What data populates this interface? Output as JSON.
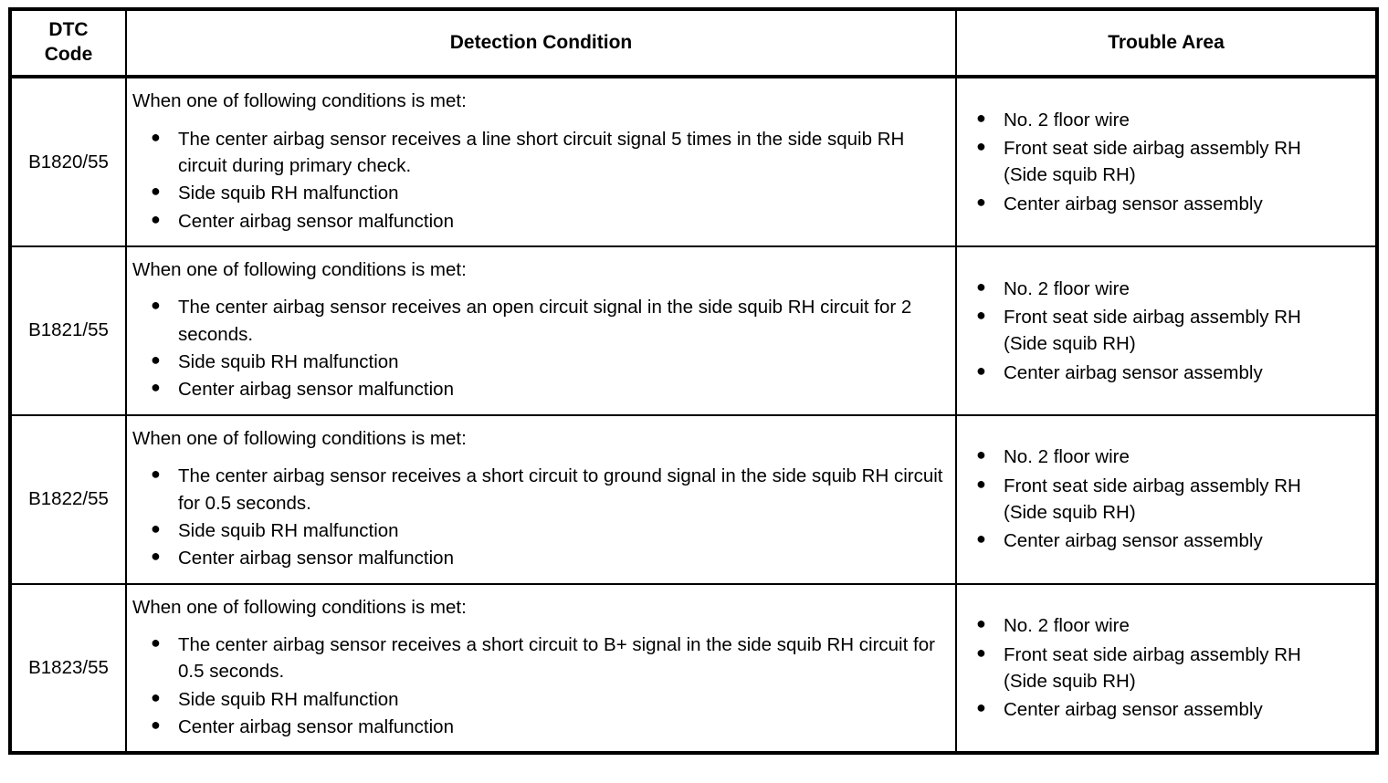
{
  "table": {
    "headers": {
      "dtc_code": "DTC\nCode",
      "dtc_code_line1": "DTC",
      "dtc_code_line2": "Code",
      "detection_condition": "Detection Condition",
      "trouble_area": "Trouble Area"
    },
    "common": {
      "intro": "When one of following conditions is met:",
      "bullet_glyph": "●",
      "side_squib_malfunction": "Side squib RH malfunction",
      "center_sensor_malfunction": "Center airbag sensor malfunction",
      "trouble_items": [
        "No. 2 floor wire",
        "Front seat side airbag assembly RH",
        "Center airbag sensor assembly"
      ],
      "trouble_item2_subline": "(Side squib RH)"
    },
    "rows": [
      {
        "dtc_code": "B1820/55",
        "intro": "When one of following conditions is met:",
        "conditions": [
          "The center airbag sensor receives a line short circuit signal 5 times in the side squib RH circuit during primary check.",
          "Side squib RH malfunction",
          "Center airbag sensor malfunction"
        ],
        "trouble_area": [
          "No. 2 floor wire",
          "Front seat side airbag assembly RH",
          "Center airbag sensor assembly"
        ],
        "trouble_area_subline": "(Side squib RH)"
      },
      {
        "dtc_code": "B1821/55",
        "intro": "When one of following conditions is met:",
        "conditions": [
          "The center airbag sensor receives an open circuit signal in the side squib RH circuit for 2 seconds.",
          "Side squib RH malfunction",
          "Center airbag sensor malfunction"
        ],
        "trouble_area": [
          "No. 2 floor wire",
          "Front seat side airbag assembly RH",
          "Center airbag sensor assembly"
        ],
        "trouble_area_subline": "(Side squib RH)"
      },
      {
        "dtc_code": "B1822/55",
        "intro": "When one of following conditions is met:",
        "conditions": [
          "The center airbag sensor receives a short circuit to ground signal in the side squib RH circuit for 0.5 seconds.",
          "Side squib RH malfunction",
          "Center airbag sensor malfunction"
        ],
        "trouble_area": [
          "No. 2 floor wire",
          "Front seat side airbag assembly RH",
          "Center airbag sensor assembly"
        ],
        "trouble_area_subline": "(Side squib RH)"
      },
      {
        "dtc_code": "B1823/55",
        "intro": "When one of following conditions is met:",
        "conditions": [
          "The center airbag sensor receives a short circuit to B+ signal in the side squib RH circuit for 0.5 seconds.",
          "Side squib RH malfunction",
          "Center airbag sensor malfunction"
        ],
        "trouble_area": [
          "No. 2 floor wire",
          "Front seat side airbag assembly RH",
          "Center airbag sensor assembly"
        ],
        "trouble_area_subline": "(Side squib RH)"
      }
    ]
  },
  "colors": {
    "text": "#000000",
    "background": "#ffffff",
    "border": "#000000"
  }
}
